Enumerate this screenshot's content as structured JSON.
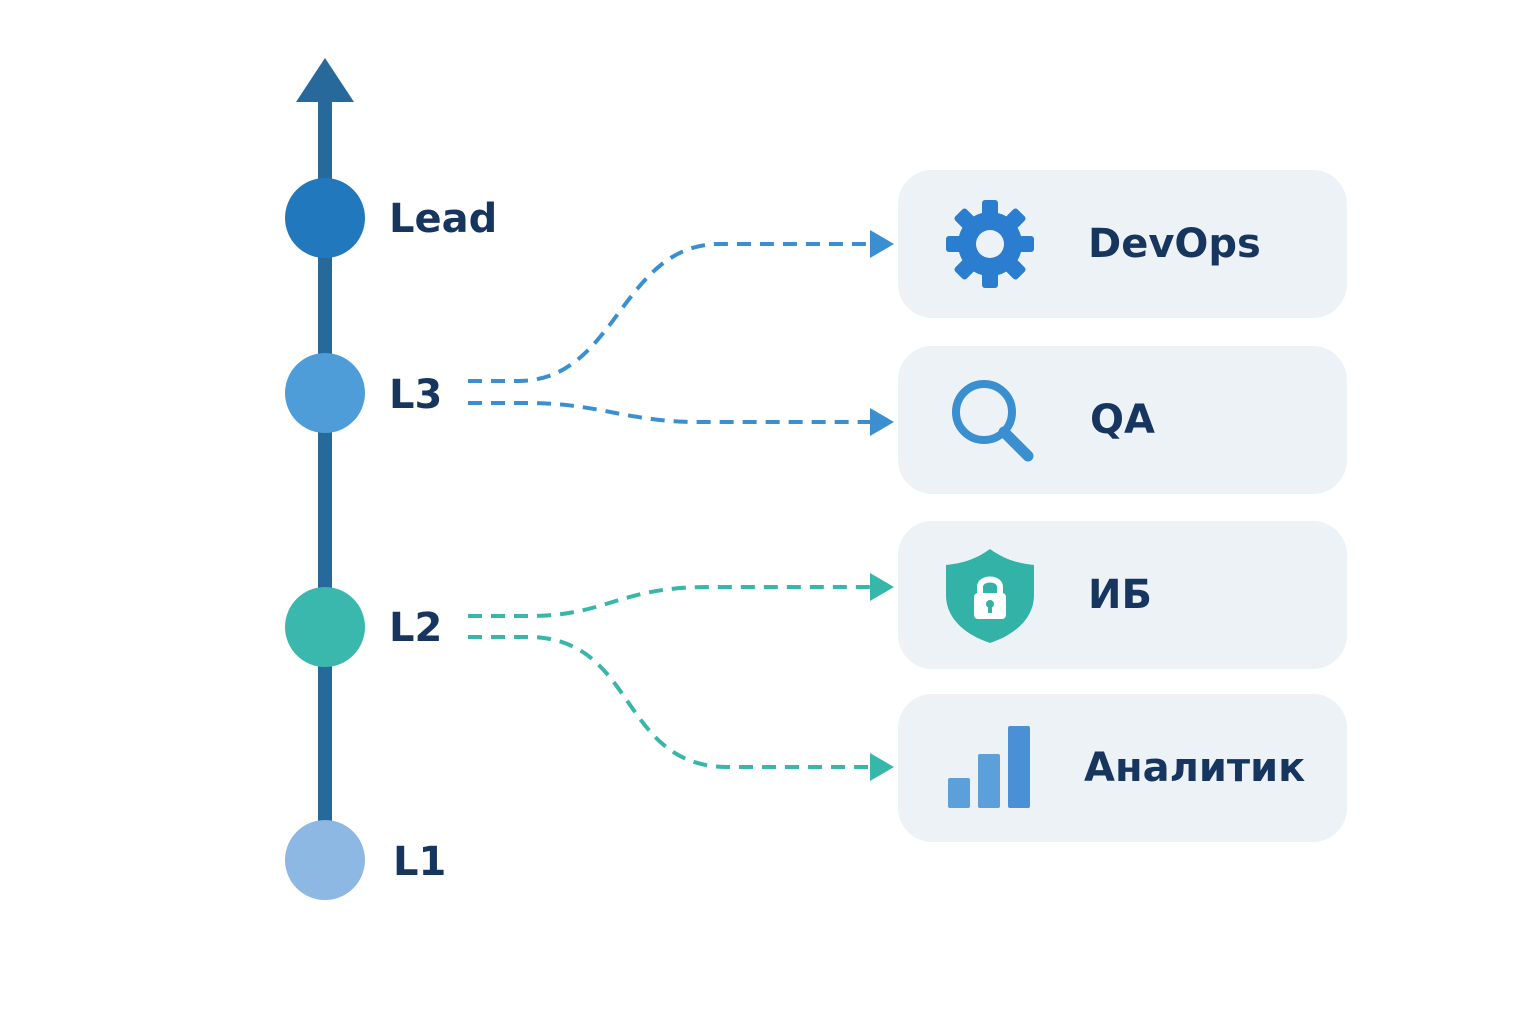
{
  "levels": [
    {
      "id": "lead",
      "label": "Lead",
      "color": "#2178bd"
    },
    {
      "id": "l3",
      "label": "L3",
      "color": "#4e9cd8"
    },
    {
      "id": "l2",
      "label": "L2",
      "color": "#3bb8ad"
    },
    {
      "id": "l1",
      "label": "L1",
      "color": "#8cb8e3"
    }
  ],
  "tracks": [
    {
      "id": "devops",
      "label": "DevOps",
      "icon": "gear-icon",
      "from": "l3"
    },
    {
      "id": "qa",
      "label": "QA",
      "icon": "magnifier-icon",
      "from": "l3"
    },
    {
      "id": "ib",
      "label": "ИБ",
      "icon": "shield-lock-icon",
      "from": "l2"
    },
    {
      "id": "analyst",
      "label": "Аналитик",
      "icon": "bar-chart-icon",
      "from": "l2"
    }
  ],
  "colors": {
    "axis": "#26699a",
    "connector_l3": "#3a8fd1",
    "connector_l2": "#36b7a9",
    "card_bg": "#edf2f7",
    "text": "#16365f"
  }
}
